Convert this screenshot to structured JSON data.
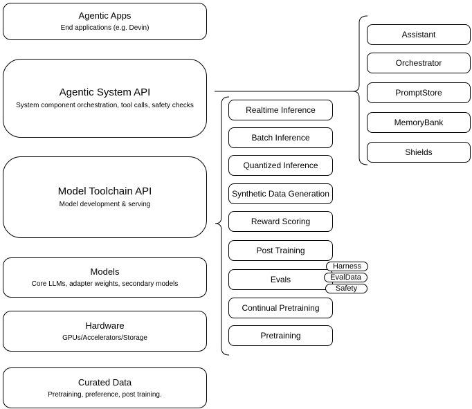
{
  "stack": {
    "layers": [
      {
        "title": "Agentic Apps",
        "subtitle": "End applications (e.g. Devin)"
      },
      {
        "title": "Agentic System API",
        "subtitle": "System component orchestration, tool calls, safety checks"
      },
      {
        "title": "Model Toolchain API",
        "subtitle": "Model development & serving"
      },
      {
        "title": "Models",
        "subtitle": "Core LLMs, adapter weights, secondary models"
      },
      {
        "title": "Hardware",
        "subtitle": "GPUs/Accelerators/Storage"
      },
      {
        "title": "Curated Data",
        "subtitle": "Pretraining, preference, post training."
      }
    ]
  },
  "toolchain": {
    "items": [
      "Realtime Inference",
      "Batch Inference",
      "Quantized Inference",
      "Synthetic Data Generation",
      "Reward Scoring",
      "Post Training",
      "Evals",
      "Continual Pretraining",
      "Pretraining"
    ],
    "eval_tags": [
      "Harness",
      "EvalData",
      "Safety"
    ]
  },
  "system_components": {
    "items": [
      "Assistant",
      "Orchestrator",
      "PromptStore",
      "MemoryBank",
      "Shields"
    ]
  },
  "colors": {
    "stroke": "#000000",
    "background": "#ffffff",
    "text": "#000000"
  }
}
